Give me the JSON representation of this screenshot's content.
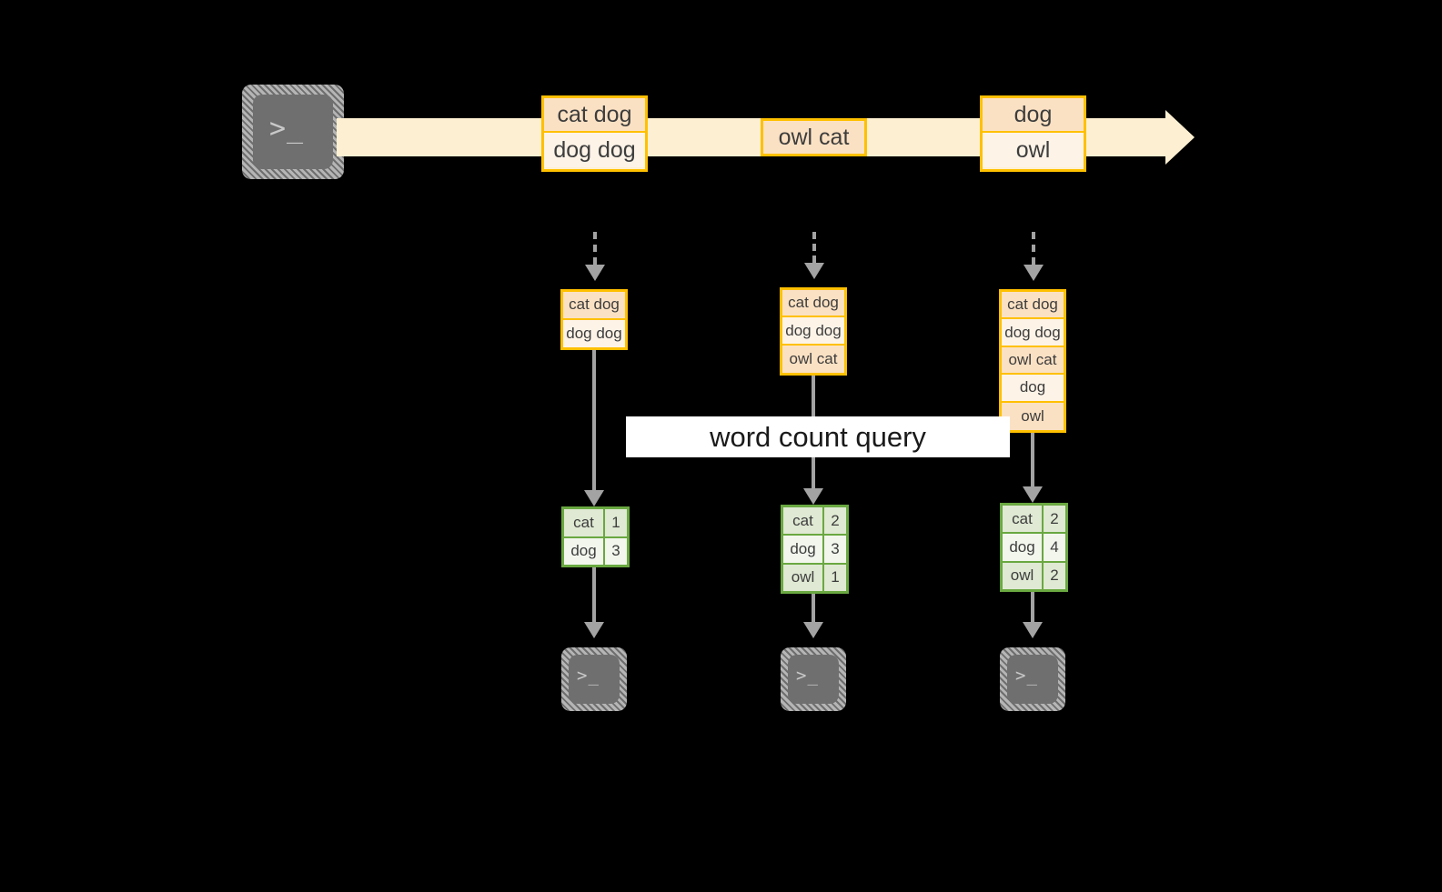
{
  "colors": {
    "background": "#000000",
    "stream_fill": "#fdf0d2",
    "stream_border": "#ffc000",
    "table_border": "#6aa841",
    "table_fill": "#eef4e8",
    "arrow": "#a3a3a3",
    "terminal_fill": "#6f6f6f",
    "banner_bg": "#ffffff",
    "text": "#3d3d3d"
  },
  "producer": {
    "icon": "terminal-icon",
    "glyph": ">_"
  },
  "stream": {
    "icon": "right-arrow-icon",
    "messages": [
      {
        "name": "stream-message-1",
        "rows": [
          "cat dog",
          "dog dog"
        ]
      },
      {
        "name": "stream-message-2",
        "rows": [
          "owl cat"
        ]
      },
      {
        "name": "stream-message-3",
        "rows": [
          "dog",
          "owl"
        ]
      }
    ]
  },
  "banner": {
    "label": "word count query"
  },
  "columns": [
    {
      "name": "snapshot-1",
      "stack_rows": [
        "cat dog",
        "dog dog"
      ],
      "result_rows": [
        {
          "word": "cat",
          "count": "1"
        },
        {
          "word": "dog",
          "count": "3"
        }
      ],
      "consumer_glyph": ">_"
    },
    {
      "name": "snapshot-2",
      "stack_rows": [
        "cat dog",
        "dog dog",
        "owl cat"
      ],
      "result_rows": [
        {
          "word": "cat",
          "count": "2"
        },
        {
          "word": "dog",
          "count": "3"
        },
        {
          "word": "owl",
          "count": "1"
        }
      ],
      "consumer_glyph": ">_"
    },
    {
      "name": "snapshot-3",
      "stack_rows": [
        "cat dog",
        "dog dog",
        "owl cat",
        "dog",
        "owl"
      ],
      "result_rows": [
        {
          "word": "cat",
          "count": "2"
        },
        {
          "word": "dog",
          "count": "4"
        },
        {
          "word": "owl",
          "count": "2"
        }
      ],
      "consumer_glyph": ">_"
    }
  ]
}
